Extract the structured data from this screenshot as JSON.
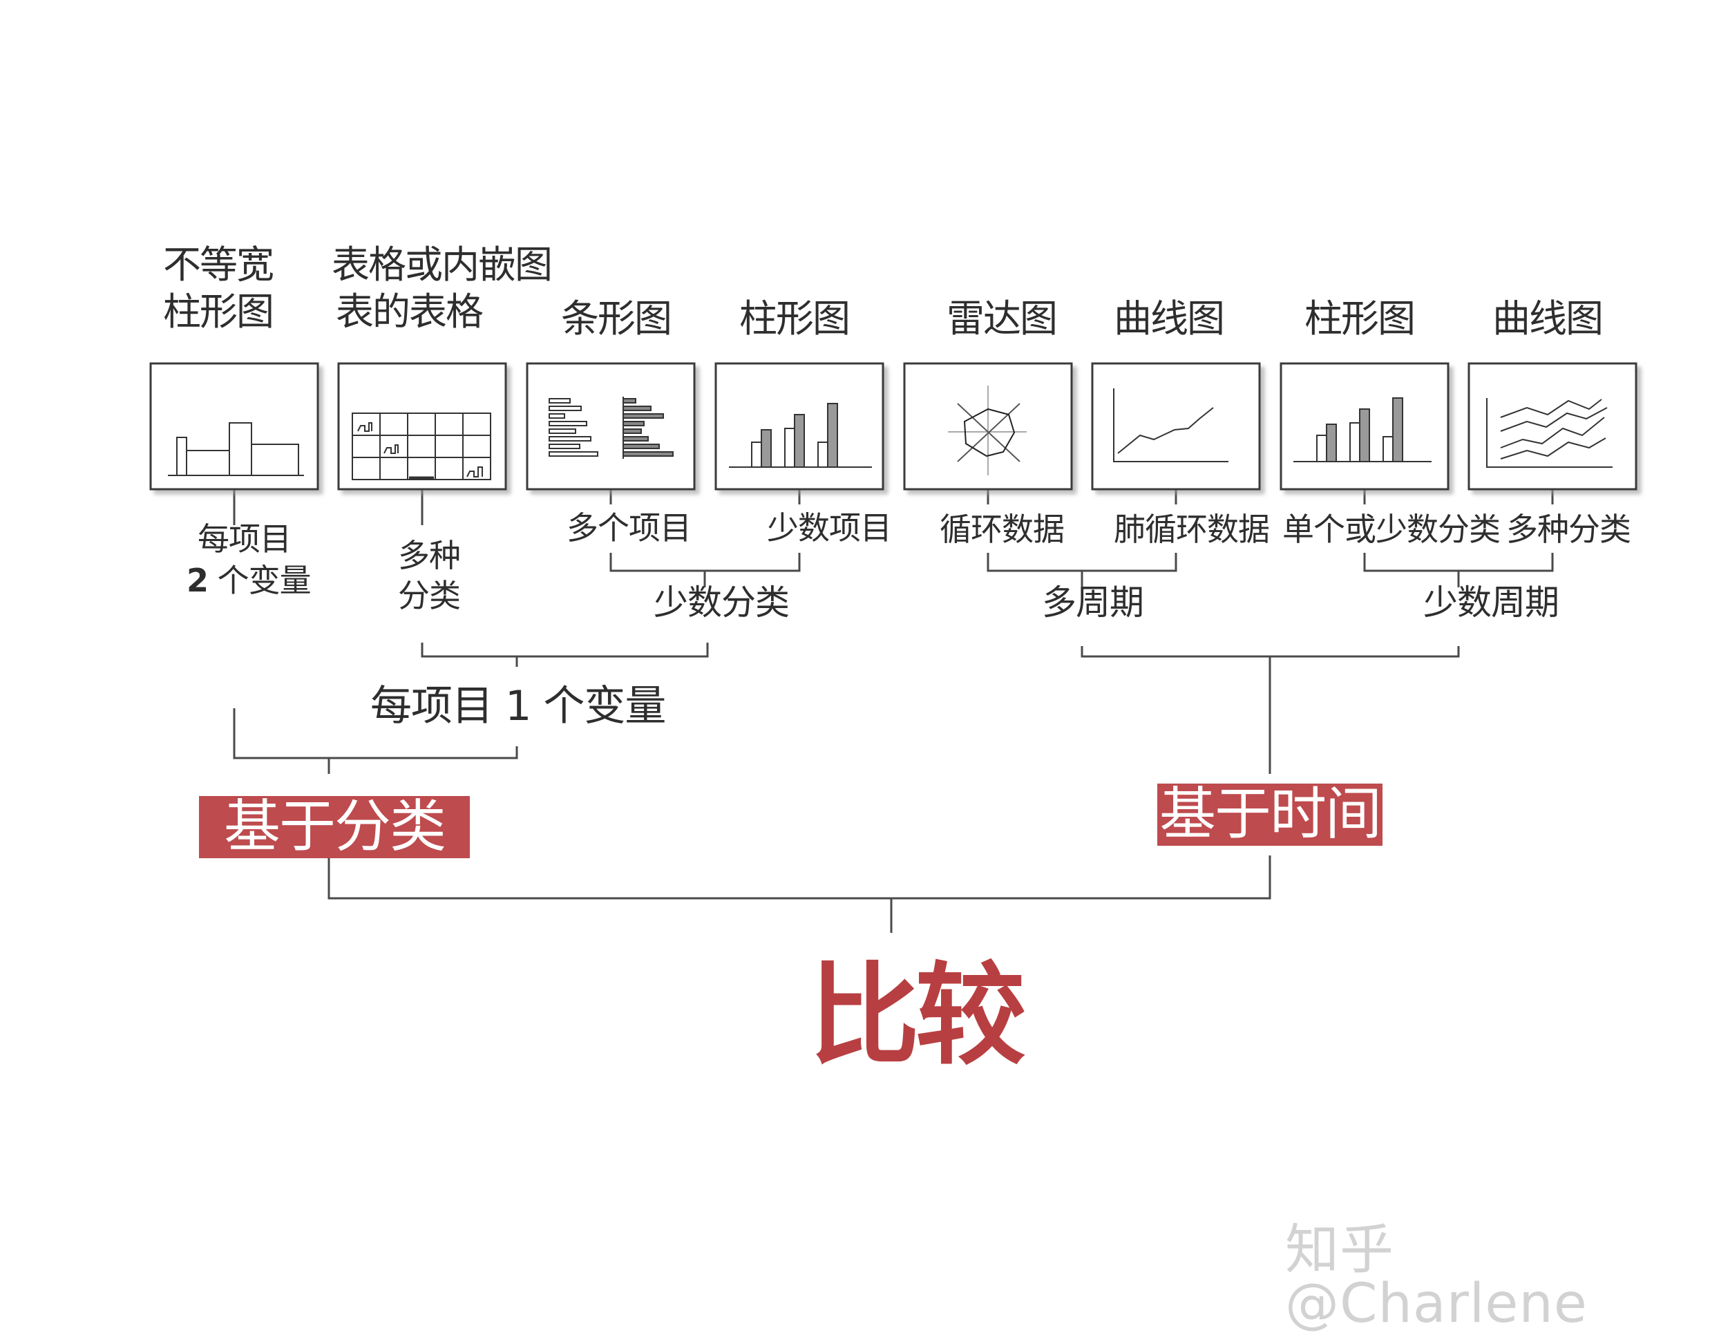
{
  "title": "比较",
  "branches": {
    "category": "基于分类",
    "time": "基于时间"
  },
  "groups": {
    "one_var_per_item": "每项目 1 个变量",
    "few_categories": "少数分类",
    "multi_period": "多周期",
    "few_periods": "少数周期"
  },
  "charts": [
    {
      "label_line1": "不等宽",
      "label_line2": "柱形图",
      "icon": "variable-width-bar-icon"
    },
    {
      "label_line1": "表格或内嵌图",
      "label_line2": "表的表格",
      "icon": "table-embedded-chart-icon"
    },
    {
      "label_line1": "条形图",
      "icon": "horizontal-bar-icon"
    },
    {
      "label_line1": "柱形图",
      "icon": "column-chart-icon"
    },
    {
      "label_line1": "雷达图",
      "icon": "radar-chart-icon"
    },
    {
      "label_line1": "曲线图",
      "icon": "line-chart-icon"
    },
    {
      "label_line1": "柱形图",
      "icon": "column-chart-icon"
    },
    {
      "label_line1": "曲线图",
      "icon": "multi-line-chart-icon"
    }
  ],
  "sublabels": {
    "two_vars_line1": "每项目",
    "two_vars_num": "2",
    "two_vars_line2": "个变量",
    "many_cat_line1": "多种",
    "many_cat_line2": "分类",
    "many_items": "多个项目",
    "few_items": "少数项目",
    "cyclic": "循环数据",
    "non_cyclic": "肺循环数据",
    "single_or_few_cat": "单个或少数分类",
    "many_cat": "多种分类"
  },
  "watermark": "知乎 @Charlene",
  "colors": {
    "accent": "#be4b4e",
    "title": "#b83f41",
    "line": "#555555"
  }
}
